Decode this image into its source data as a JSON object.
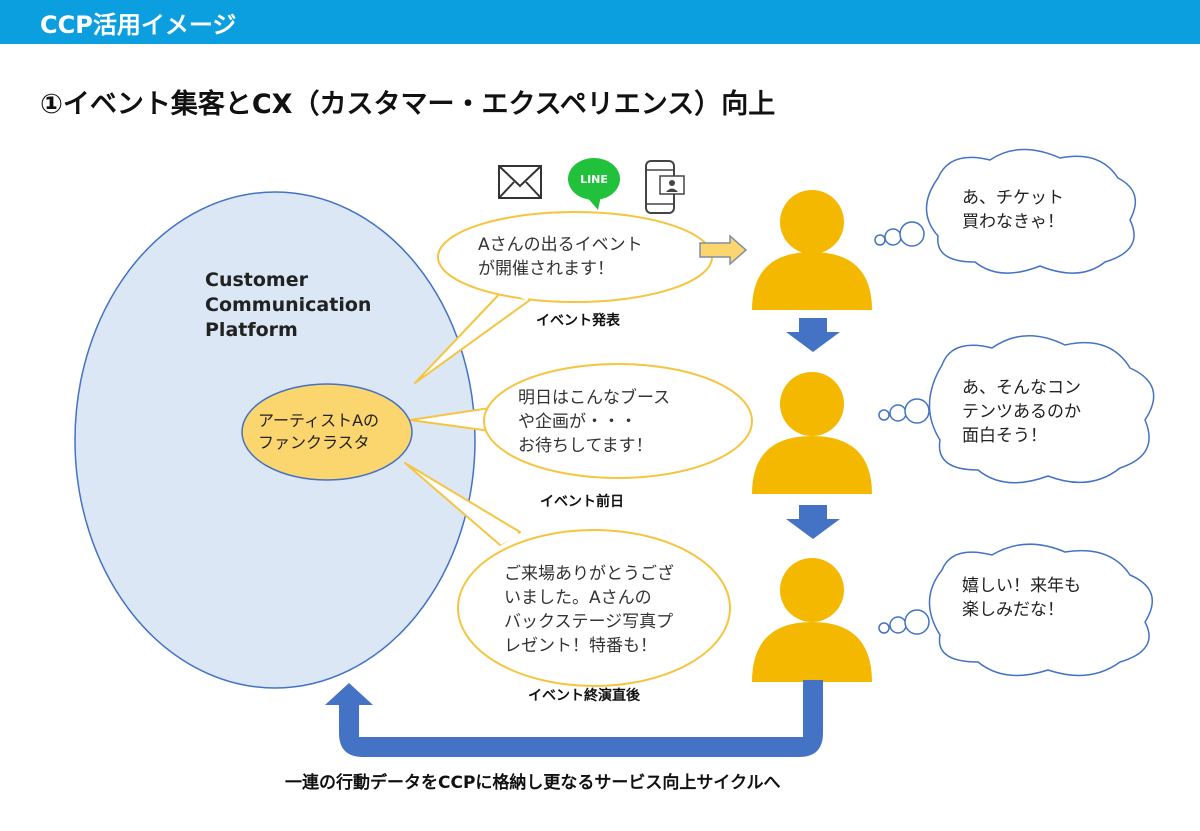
{
  "header": {
    "title": "CCP活用イメージ"
  },
  "subtitle": "①イベント集客とCX（カスタマー・エクスペリエンス）向上",
  "platform": {
    "lines": [
      "Customer",
      "Communication",
      "Platform"
    ]
  },
  "cluster": {
    "lines": [
      "アーティストAの",
      "ファンクラスタ"
    ]
  },
  "channels": {
    "icons": [
      "mail-icon",
      "line-app-icon",
      "smartphone-icon"
    ],
    "line_label": "LINE"
  },
  "stages": [
    {
      "message": [
        "Aさんの出るイベント",
        "が開催されます！"
      ],
      "label": "イベント発表",
      "thought": [
        "あ、チケット",
        "買わなきゃ！"
      ]
    },
    {
      "message": [
        "明日はこんなブース",
        "や企画が・・・",
        "お待ちしてます！"
      ],
      "label": "イベント前日",
      "thought": [
        "あ、そんなコン",
        "テンツあるのか",
        "面白そう！"
      ]
    },
    {
      "message": [
        "ご来場ありがとうござ",
        "いました。Aさんの",
        "バックステージ写真プ",
        "レゼント！特番も！"
      ],
      "label": "イベント終演直後",
      "thought": [
        "嬉しい！来年も",
        "楽しみだな！"
      ]
    }
  ],
  "cycle_caption": "一連の行動データをCCPに格納し更なるサービス向上サイクルへ",
  "colors": {
    "header": "#0b9fe0",
    "platform_fill": "#dbe7f5",
    "platform_stroke": "#4472c4",
    "cluster_fill": "#fbd56e",
    "bubble_stroke": "#f5c542",
    "person": "#f5b800",
    "arrow": "#4472c4",
    "line_green": "#22c13b"
  }
}
